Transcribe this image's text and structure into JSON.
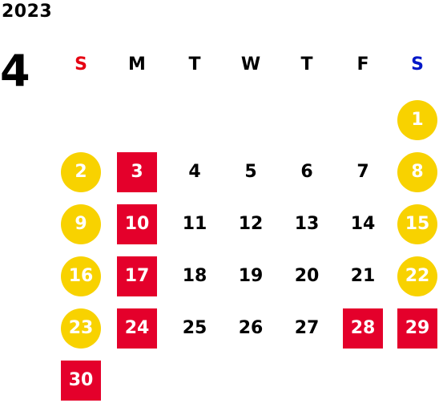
{
  "year": "2023",
  "month": "4",
  "colors": {
    "sunday_header": "#e60012",
    "saturday_header": "#0018c8",
    "weekend_circle": "#f8d200",
    "holiday_square": "#e4002b",
    "weekday_text": "#000000"
  },
  "weekdays": [
    "S",
    "M",
    "T",
    "W",
    "T",
    "F",
    "S"
  ],
  "days": [
    {
      "label": "1",
      "col": 6,
      "row": 0,
      "style": "circle"
    },
    {
      "label": "2",
      "col": 0,
      "row": 1,
      "style": "circle"
    },
    {
      "label": "3",
      "col": 1,
      "row": 1,
      "style": "square"
    },
    {
      "label": "4",
      "col": 2,
      "row": 1,
      "style": "plain"
    },
    {
      "label": "5",
      "col": 3,
      "row": 1,
      "style": "plain"
    },
    {
      "label": "6",
      "col": 4,
      "row": 1,
      "style": "plain"
    },
    {
      "label": "7",
      "col": 5,
      "row": 1,
      "style": "plain"
    },
    {
      "label": "8",
      "col": 6,
      "row": 1,
      "style": "circle"
    },
    {
      "label": "9",
      "col": 0,
      "row": 2,
      "style": "circle"
    },
    {
      "label": "10",
      "col": 1,
      "row": 2,
      "style": "square"
    },
    {
      "label": "11",
      "col": 2,
      "row": 2,
      "style": "plain"
    },
    {
      "label": "12",
      "col": 3,
      "row": 2,
      "style": "plain"
    },
    {
      "label": "13",
      "col": 4,
      "row": 2,
      "style": "plain"
    },
    {
      "label": "14",
      "col": 5,
      "row": 2,
      "style": "plain"
    },
    {
      "label": "15",
      "col": 6,
      "row": 2,
      "style": "circle"
    },
    {
      "label": "16",
      "col": 0,
      "row": 3,
      "style": "circle"
    },
    {
      "label": "17",
      "col": 1,
      "row": 3,
      "style": "square"
    },
    {
      "label": "18",
      "col": 2,
      "row": 3,
      "style": "plain"
    },
    {
      "label": "19",
      "col": 3,
      "row": 3,
      "style": "plain"
    },
    {
      "label": "20",
      "col": 4,
      "row": 3,
      "style": "plain"
    },
    {
      "label": "21",
      "col": 5,
      "row": 3,
      "style": "plain"
    },
    {
      "label": "22",
      "col": 6,
      "row": 3,
      "style": "circle"
    },
    {
      "label": "23",
      "col": 0,
      "row": 4,
      "style": "circle"
    },
    {
      "label": "24",
      "col": 1,
      "row": 4,
      "style": "square"
    },
    {
      "label": "25",
      "col": 2,
      "row": 4,
      "style": "plain"
    },
    {
      "label": "26",
      "col": 3,
      "row": 4,
      "style": "plain"
    },
    {
      "label": "27",
      "col": 4,
      "row": 4,
      "style": "plain"
    },
    {
      "label": "28",
      "col": 5,
      "row": 4,
      "style": "square"
    },
    {
      "label": "29",
      "col": 6,
      "row": 4,
      "style": "square"
    },
    {
      "label": "30",
      "col": 0,
      "row": 5,
      "style": "square"
    }
  ]
}
